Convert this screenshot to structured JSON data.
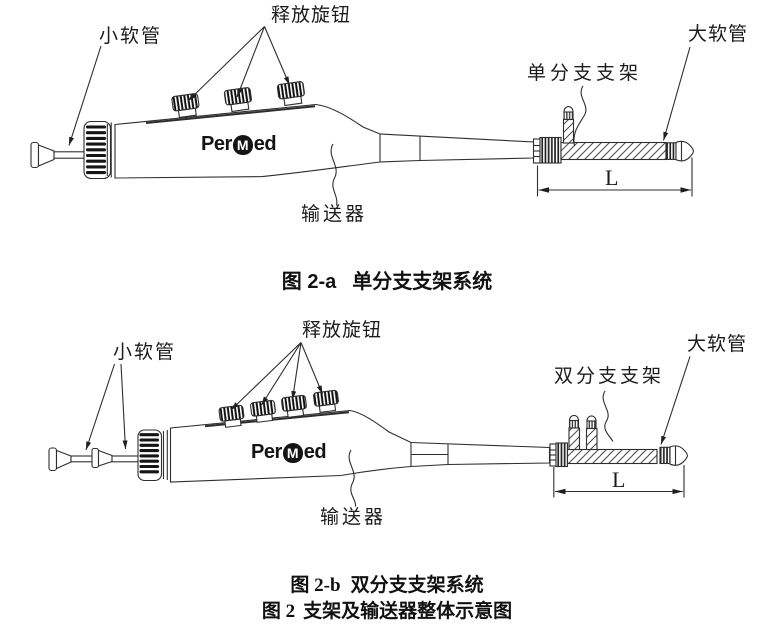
{
  "logo": {
    "pre": "Per",
    "m": "M",
    "post": "ed"
  },
  "top_diagram": {
    "small_tube_label": "小软管",
    "release_knob_label": "释放旋钮",
    "stent_label": "单分支支架",
    "large_tube_label": "大软管",
    "delivery_label": "输送器",
    "length_label": "L",
    "caption_prefix": "图 2-a",
    "caption_text": "单分支支架系统"
  },
  "bottom_diagram": {
    "small_tube_label": "小软管",
    "release_knob_label": "释放旋钮",
    "stent_label": "双分支支架",
    "large_tube_label": "大软管",
    "delivery_label": "输送器",
    "length_label": "L",
    "caption_prefix": "图 2-b",
    "caption_text": "双分支支架系统"
  },
  "overall_caption": {
    "prefix": "图 2",
    "text": "支架及输送器整体示意图"
  }
}
